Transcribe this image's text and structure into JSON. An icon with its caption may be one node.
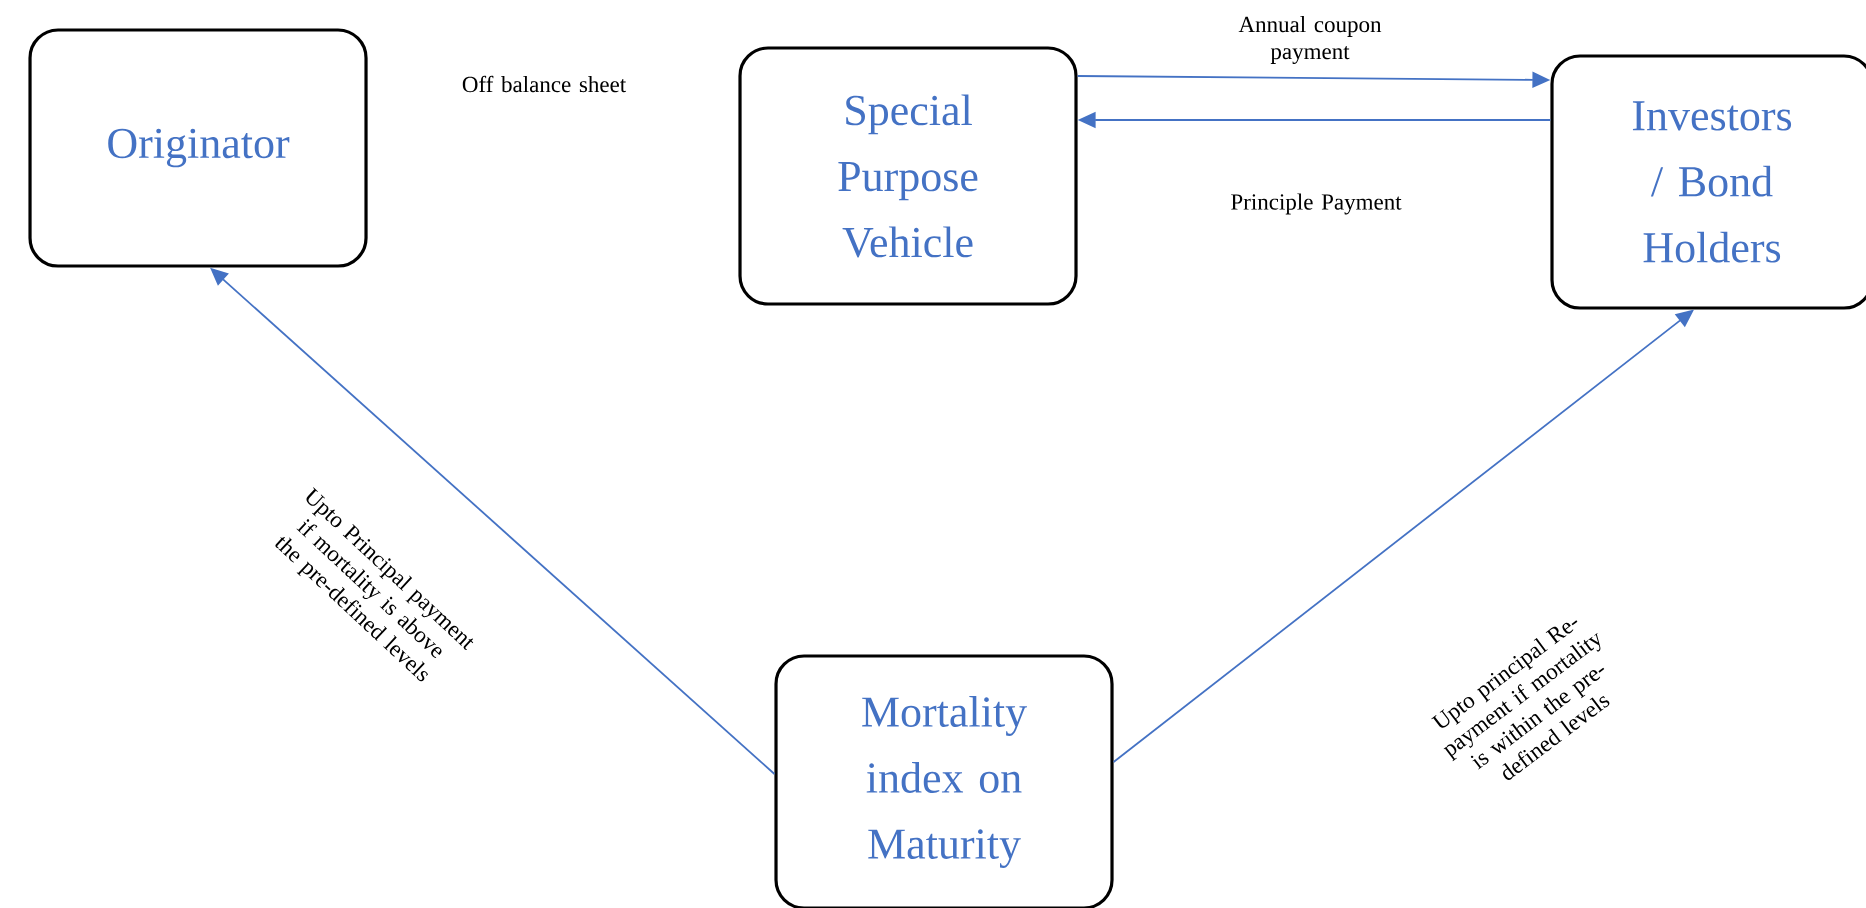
{
  "diagram": {
    "nodes": [
      {
        "text": [
          "Originator"
        ]
      },
      {
        "text": [
          "Special Purpose Vehicle"
        ]
      },
      {
        "text": [
          "Investors / Bond Holders"
        ]
      },
      {
        "text": [
          "Mortality index on Maturity"
        ]
      }
    ],
    "edges": [
      {
        "from": 1,
        "to": 2,
        "arrow": "to",
        "label": "Annual coupon payment"
      },
      {
        "from": 2,
        "to": 1,
        "arrow": "to",
        "label": "Principle Payment"
      },
      {
        "from": 3,
        "to": 0,
        "arrow": "to",
        "label": "Upto Principal payment if mortality is above the pre-defined levels"
      },
      {
        "from": 3,
        "to": 2,
        "arrow": "to",
        "label": "Upto principal Re-payment if mortality is within the pre-defined levels"
      }
    ],
    "labels": [
      "Off balance sheet"
    ]
  }
}
